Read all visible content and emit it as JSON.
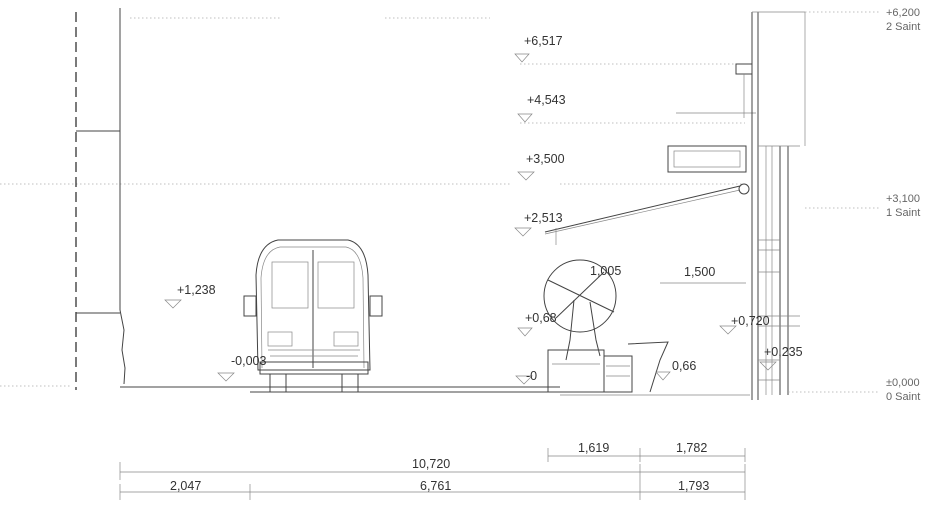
{
  "elevations": {
    "e6517": "+6,517",
    "e4543": "+4,543",
    "e3500": "+3,500",
    "e2513": "+2,513",
    "e1238": "+1,238",
    "e0003": "-0,003",
    "e0680": "+0,68",
    "e0neg": "-0",
    "e0660": "0,66",
    "e0720": "+0,720",
    "e0235": "+0,235",
    "e1005": "1,005",
    "d1500": "1,500"
  },
  "levels": {
    "top_value": "+6,200",
    "top_name": "2 Saint",
    "mid_value": "+3,100",
    "mid_name": "1 Saint",
    "ground_value": "±0,000",
    "ground_name": "0 Saint"
  },
  "dimensions": {
    "d1619": "1,619",
    "d1782": "1,782",
    "d10720": "10,720",
    "d2047": "2,047",
    "d6761": "6,761",
    "d1793": "1,793"
  }
}
